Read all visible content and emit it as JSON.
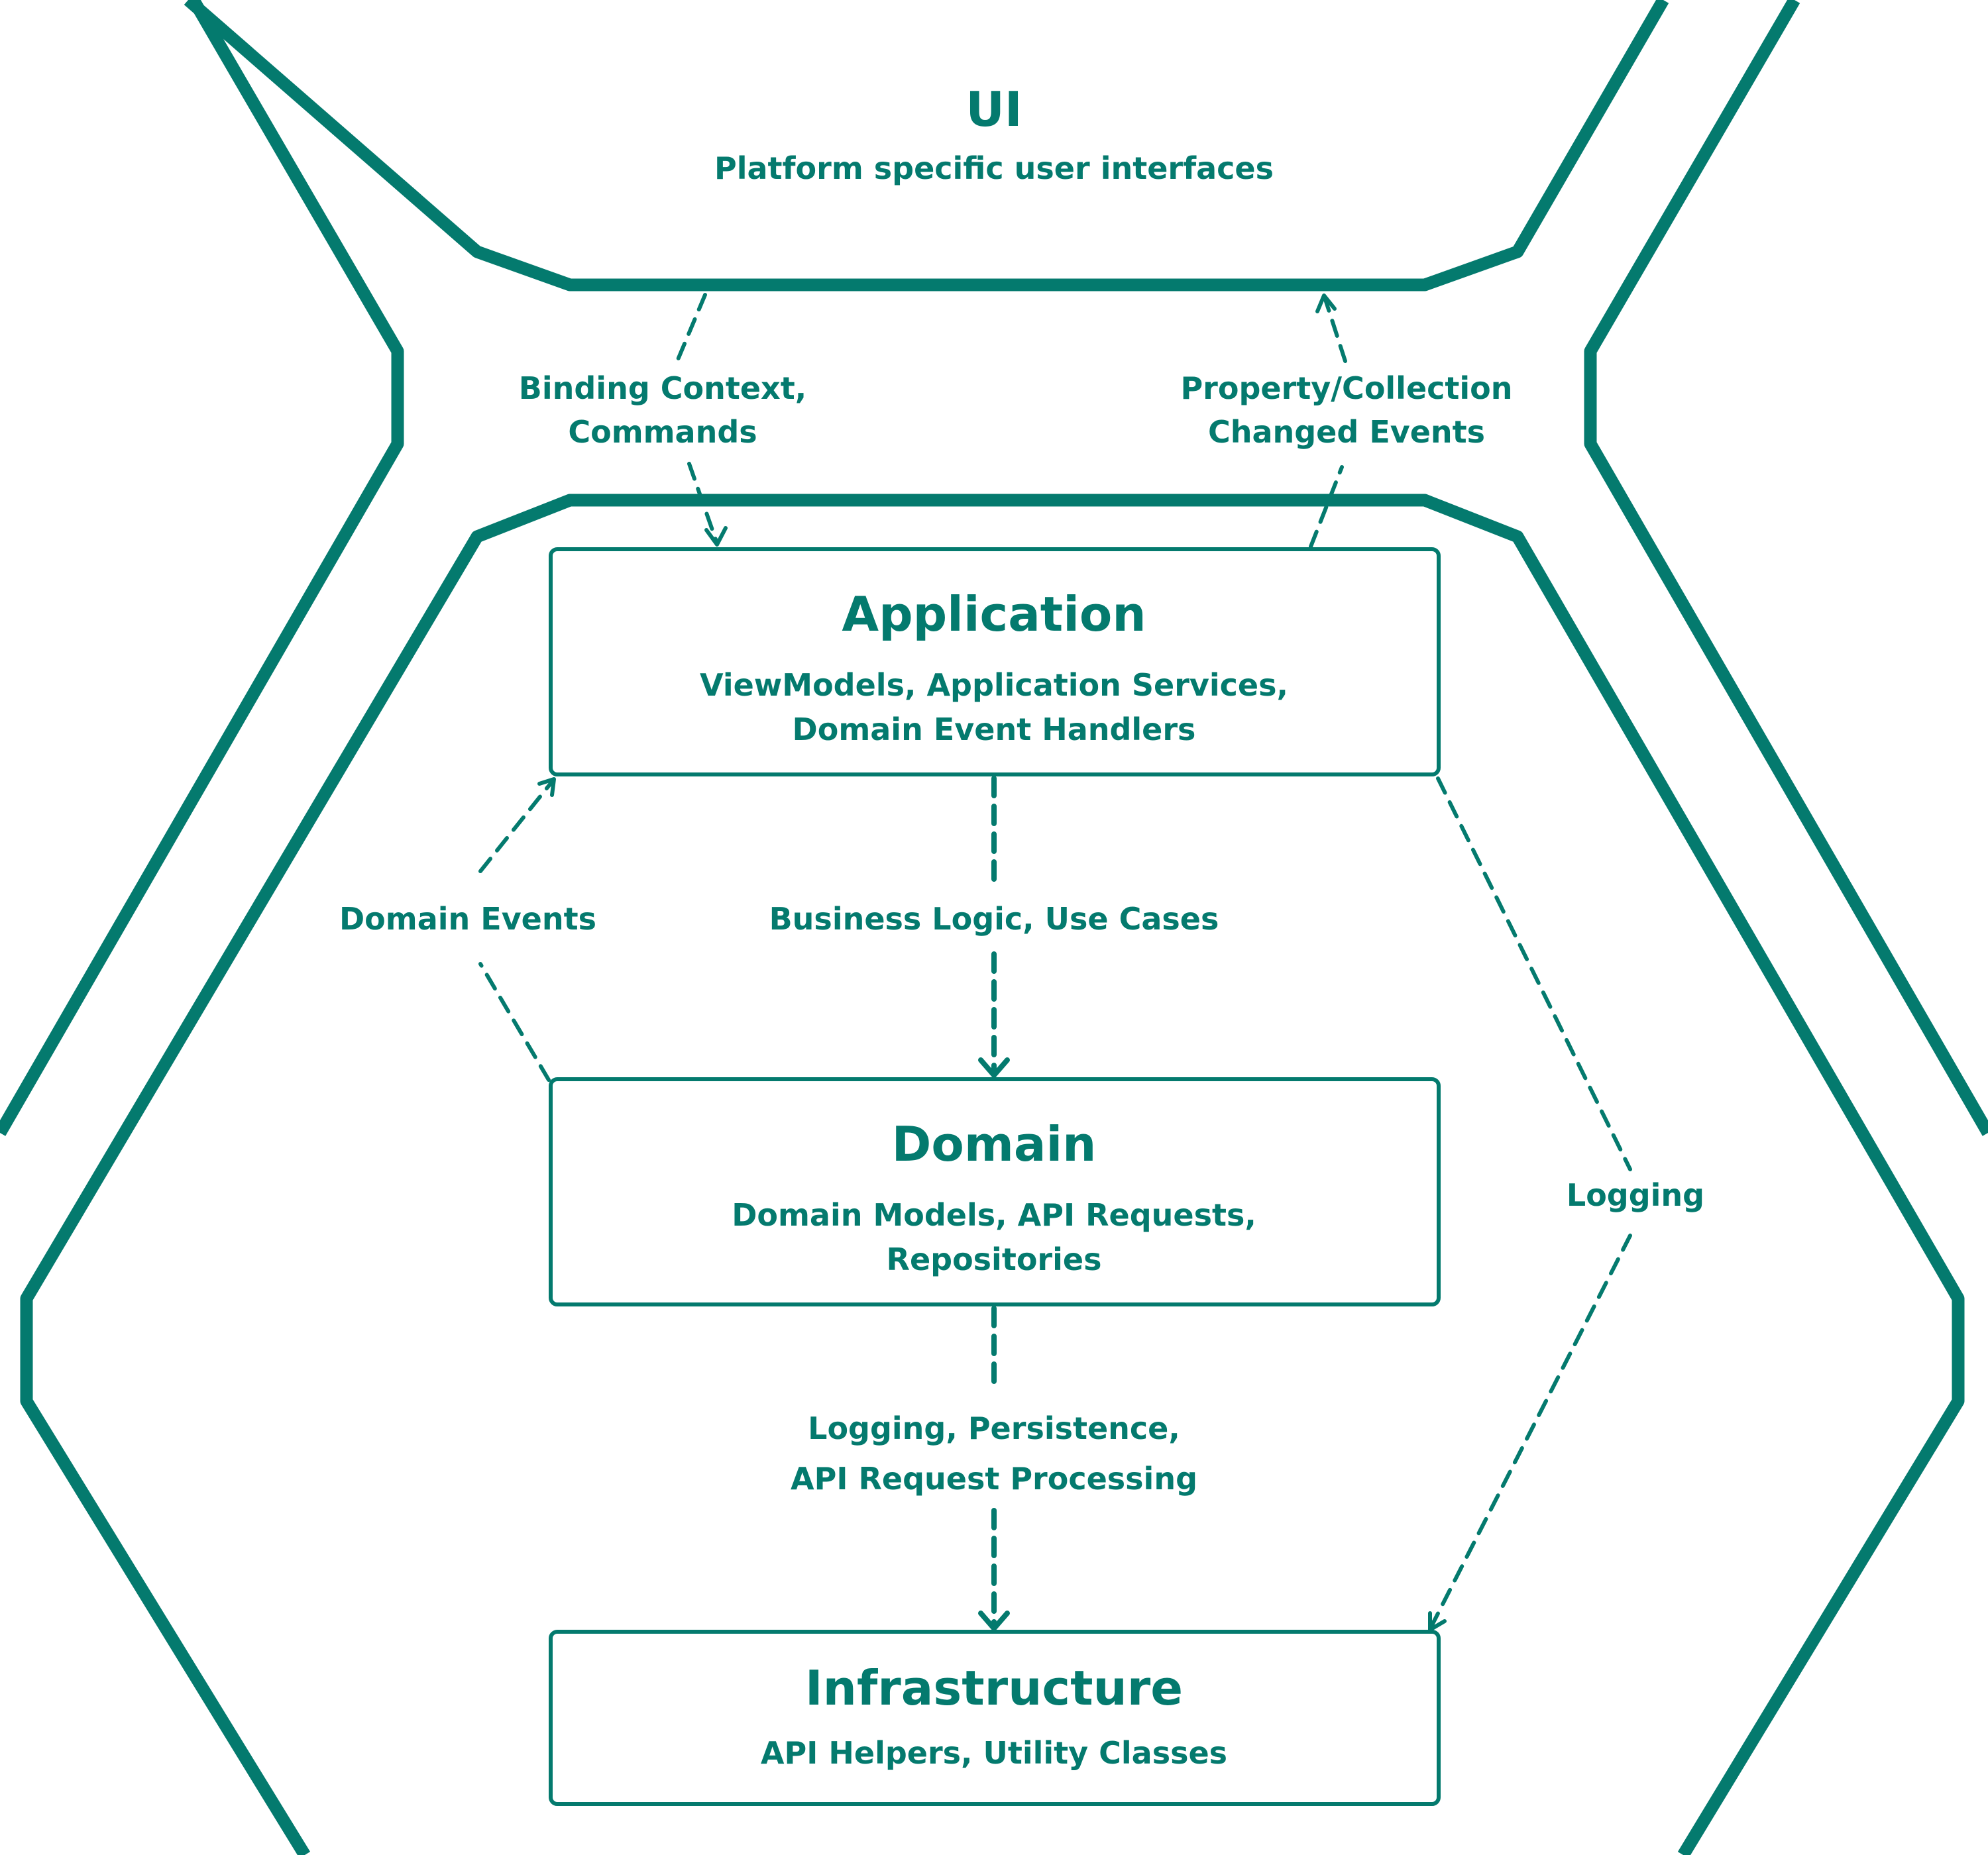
{
  "ui": {
    "title": "UI",
    "subtitle": "Platform specific user interfaces"
  },
  "layers": {
    "application": {
      "title": "Application",
      "line1": "ViewModels, Application Services,",
      "line2": "Domain Event Handlers"
    },
    "domain": {
      "title": "Domain",
      "line1": "Domain Models, API Requests,",
      "line2": "Repositories"
    },
    "infrastructure": {
      "title": "Infrastructure",
      "line1": "API Helpers, Utility Classes"
    }
  },
  "flows": {
    "binding": {
      "line1": "Binding Context,",
      "line2": "Commands"
    },
    "property_changed": {
      "line1": "Property/Collection",
      "line2": "Changed Events"
    },
    "domain_events": {
      "line1": "Domain Events"
    },
    "business_logic": {
      "line1": "Business Logic, Use Cases"
    },
    "logging": {
      "line1": "Logging"
    },
    "persistence": {
      "line1": "Logging, Persistence,",
      "line2": "API Request Processing"
    }
  },
  "colors": {
    "accent": "#047a6e",
    "background": "#ffffff"
  }
}
